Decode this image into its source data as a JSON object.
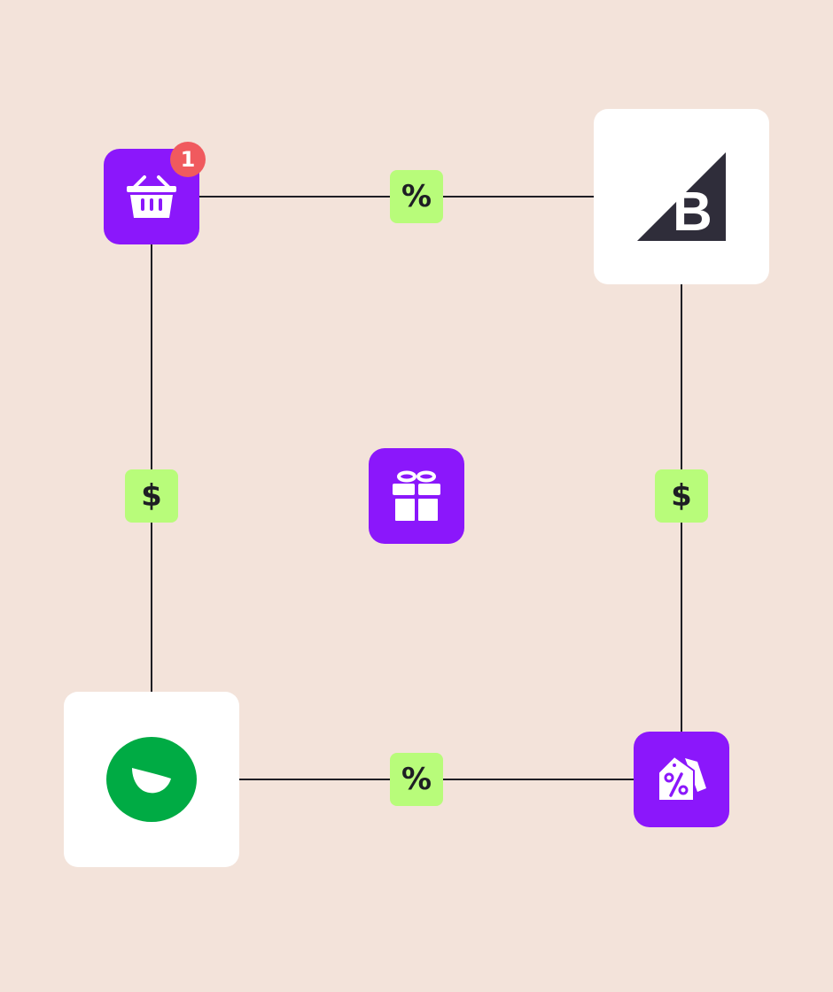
{
  "nodes": {
    "basket": {
      "icon": "basket-icon",
      "badge_count": "1"
    },
    "bigcommerce": {
      "icon": "bigcommerce-logo"
    },
    "gift": {
      "icon": "gift-icon"
    },
    "shopify": {
      "icon": "green-blob-logo"
    },
    "tag": {
      "icon": "discount-tag-icon"
    }
  },
  "edges": {
    "top_label": "%",
    "left_label": "$",
    "right_label": "$",
    "bottom_label": "%"
  },
  "colors": {
    "background": "#f3e3da",
    "purple": "#8b17fb",
    "chip": "#b8fc7a",
    "badge": "#f05a5e",
    "green": "#00ab44",
    "dark": "#2f2d3a"
  }
}
